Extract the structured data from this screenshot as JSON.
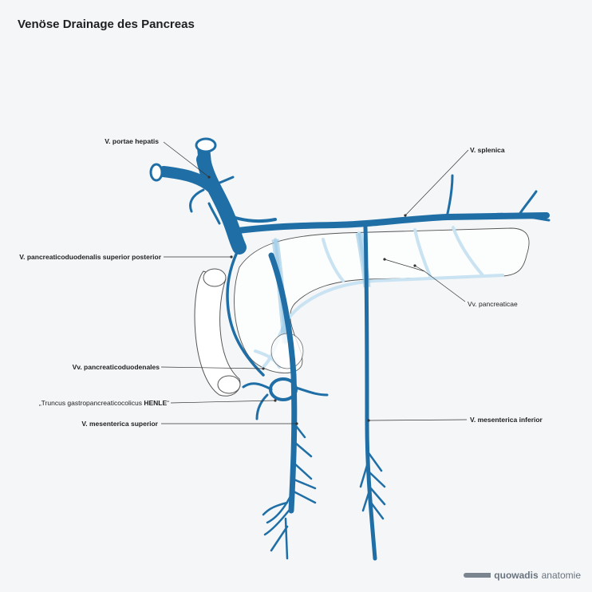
{
  "title": "Venöse Drainage des Pancreas",
  "labels": {
    "portae": "V. portae hepatis",
    "splenica": "V. splenica",
    "pd_sup_post": "V. pancreaticoduodenalis superior posterior",
    "pancreaticae": "Vv. pancreaticae",
    "pd": "Vv. pancreaticoduodenales",
    "henle_prefix": "„Truncus gastropancreaticocolicus ",
    "henle_bold": "HENLE",
    "henle_suffix": "“",
    "mes_sup": "V. mesenterica superior",
    "mes_inf": "V. mesenterica inferior"
  },
  "logo": {
    "brand": "quowadis",
    "suffix": "anatomie"
  },
  "colors": {
    "vein": "#1f6fa6",
    "vein_light": "#c9e3f2",
    "outline": "#444444",
    "background": "#f4f6f8"
  }
}
